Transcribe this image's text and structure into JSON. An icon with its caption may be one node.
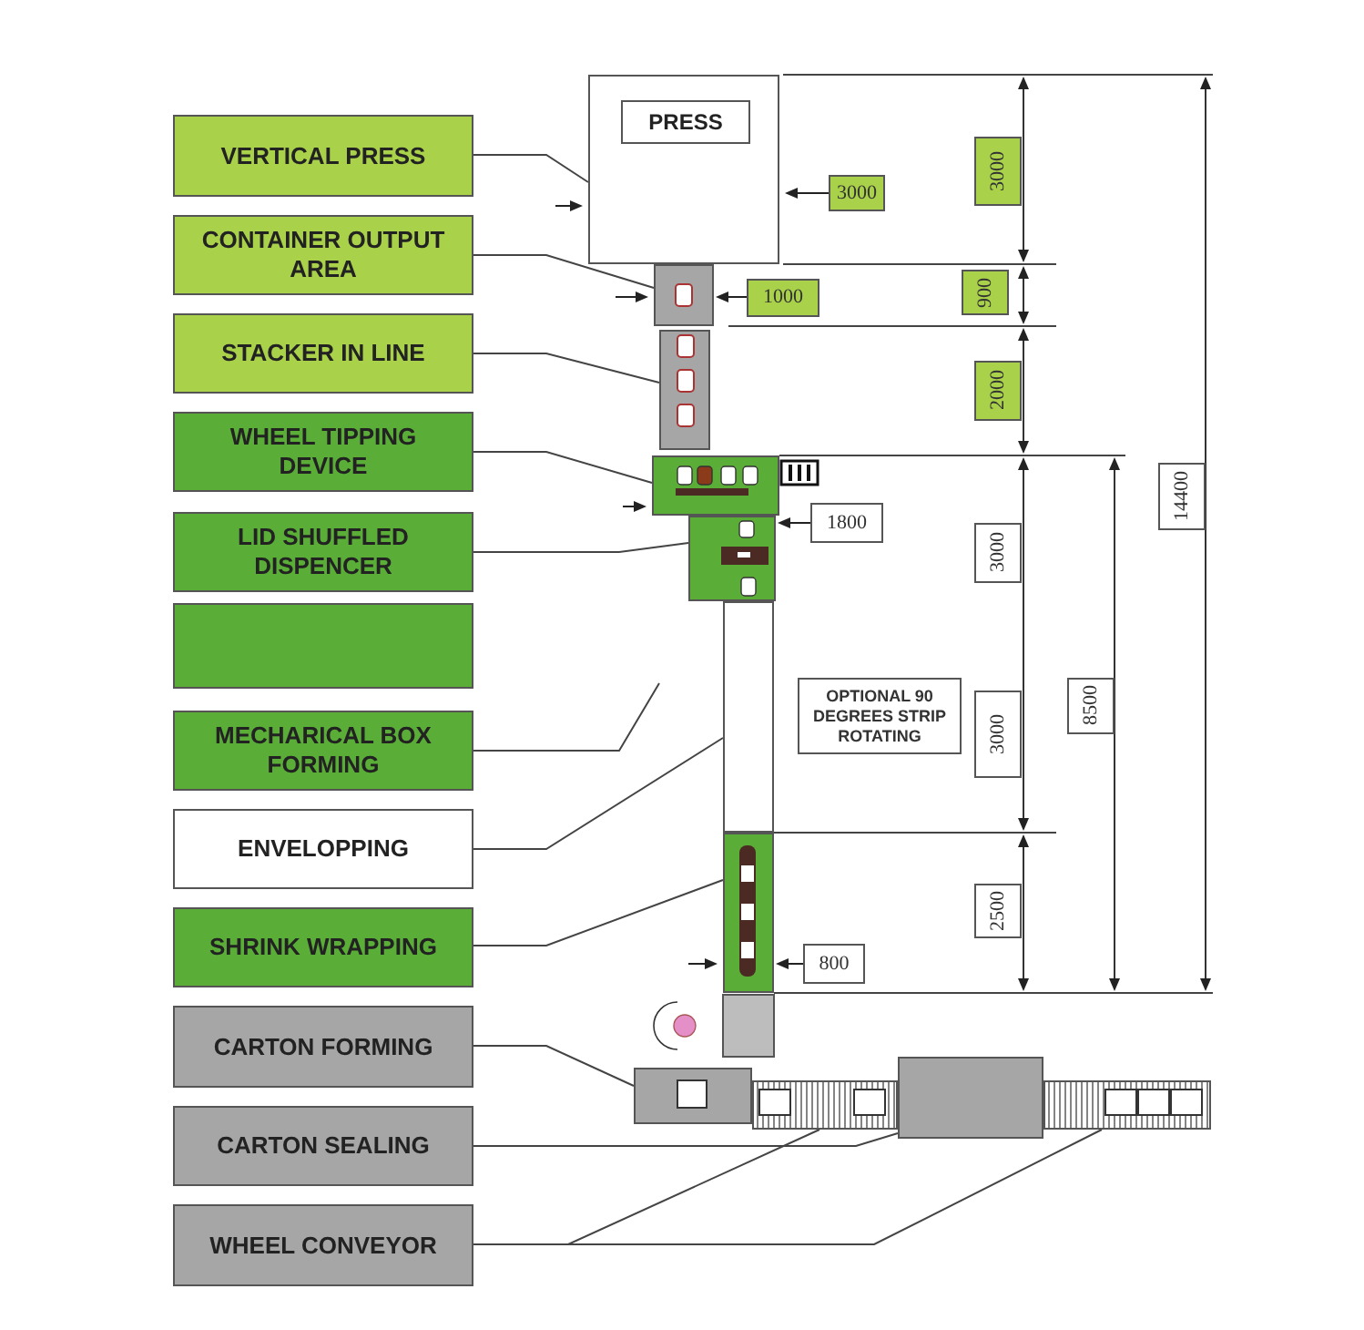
{
  "diagram": {
    "nodes": [
      {
        "text": [
          "VERTICAL PRESS"
        ]
      },
      {
        "text": [
          "CONTAINER OUTPUT AREA"
        ]
      },
      {
        "text": [
          "STACKER IN LINE"
        ]
      },
      {
        "text": [
          "WHEEL TIPPING DEVICE"
        ]
      },
      {
        "text": [
          "LID SHUFFLED DISPENCER"
        ]
      },
      {
        "text": [],
        "shape": "box"
      },
      {
        "text": [
          "MECHARICAL BOX FORMING"
        ]
      },
      {
        "text": [
          "ENVELOPPING"
        ]
      },
      {
        "text": [
          "SHRINK WRAPPING"
        ]
      },
      {
        "text": [
          "CARTON FORMING"
        ]
      },
      {
        "text": [
          "CARTON SEALING"
        ]
      },
      {
        "text": [
          "WHEEL CONVEYOR"
        ]
      },
      {
        "text": [],
        "shape": "box"
      },
      {
        "text": [
          "PRESS"
        ],
        "in": 12
      },
      {
        "text": [],
        "shape": "box"
      },
      {
        "text": [],
        "shape": "box"
      },
      {
        "text": [],
        "shape": "box"
      },
      {
        "text": [],
        "shape": "box"
      },
      {
        "text": [],
        "shape": "box"
      },
      {
        "text": [],
        "shape": "box"
      },
      {
        "text": [],
        "shape": "box"
      },
      {
        "text": [],
        "shape": "box"
      },
      {
        "text": [],
        "shape": "box"
      },
      {
        "text": [],
        "shape": "box"
      }
    ],
    "edges": [
      {
        "from": 0,
        "to": 12,
        "arrow": "none"
      },
      {
        "from": 1,
        "to": 14,
        "arrow": "none"
      },
      {
        "from": 2,
        "to": 15,
        "arrow": "none"
      },
      {
        "from": 3,
        "to": 16,
        "arrow": "none"
      },
      {
        "from": 4,
        "to": 17,
        "arrow": "none"
      },
      {
        "from": 6,
        "to": null,
        "arrow": "none"
      },
      {
        "from": 7,
        "to": 18,
        "arrow": "none"
      },
      {
        "from": 8,
        "to": 19,
        "arrow": "none"
      },
      {
        "from": 9,
        "to": 20,
        "arrow": "none"
      },
      {
        "from": 10,
        "to": 21,
        "arrow": "none"
      },
      {
        "from": 11,
        "to": 22,
        "arrow": "none"
      },
      {
        "from": 11,
        "to": 23,
        "arrow": "none"
      }
    ],
    "labels": [
      "3000",
      "3000",
      "900",
      "1000",
      "2000",
      "14400",
      "1800",
      "3000",
      "8500",
      "OPTIONAL 90 DEGREES STRIP ROTATING",
      "3000",
      "2500",
      "800"
    ]
  }
}
